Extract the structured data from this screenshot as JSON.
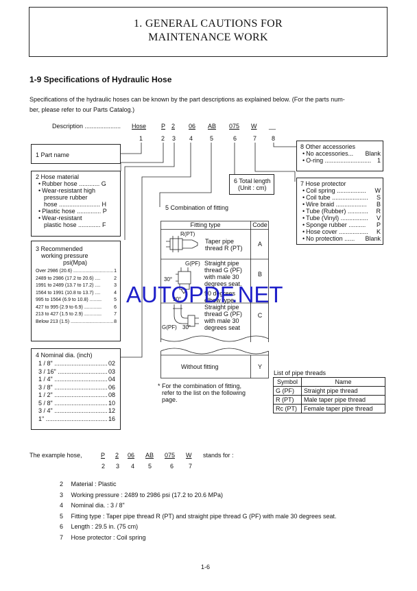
{
  "title": [
    "1. GENERAL CAUTIONS FOR",
    "MAINTENANCE WORK"
  ],
  "section_title": "1-9  Specifications of Hydraulic Hose",
  "intro": [
    "Specifications of the hydraulic hoses can be known by the part descriptions as explained below. (For the parts num-",
    "ber, please refer to our Parts Catalog.)"
  ],
  "description": {
    "label": "Description .....................",
    "codes": [
      "Hose",
      "P",
      "2",
      "06",
      "AB",
      "075",
      "W",
      "__"
    ],
    "numbers": [
      "1",
      "2",
      "3",
      "4",
      "5",
      "6",
      "7",
      "8"
    ]
  },
  "part_name": "1 Part name",
  "hose_material": {
    "title": "2 Hose material",
    "items": [
      {
        "label": "Rubber hose ............",
        "code": "G",
        "lines": []
      },
      {
        "label": "Wear-resistant high",
        "code": "",
        "lines": [
          "pressure rubber",
          "hose ........................ H"
        ]
      },
      {
        "label": "Plastic hose ..............",
        "code": "P",
        "lines": []
      },
      {
        "label": "Wear-resistant",
        "code": "",
        "lines": [
          "plastic hose ............. F"
        ]
      }
    ]
  },
  "working_pressure": {
    "title": [
      "3 Recommended",
      "working pressure",
      "psi(Mpa)"
    ],
    "rows": [
      {
        "range": "Over 2986 (20.6) ....................................",
        "code": "1"
      },
      {
        "range": "2489 to 2986 (17.2 to 20.6) ....",
        "code": "2"
      },
      {
        "range": "1991 to 2489 (13.7 to 17.2) ....",
        "code": "3"
      },
      {
        "range": "1564 to 1991 (10.8 to 13.7) ....",
        "code": "4"
      },
      {
        "range": "995 to 1564 (6.9 to 10.8) .........",
        "code": "5"
      },
      {
        "range": "427 to 995 (2.9 to 6.9) .............",
        "code": "6"
      },
      {
        "range": "213 to 427 (1.5 to 2.9) .............",
        "code": "7"
      },
      {
        "range": "Below 213 (1.5) ..................................",
        "code": "8"
      }
    ]
  },
  "nominal_dia": {
    "title": "4  Nominal dia. (inch)",
    "rows": [
      {
        "size": "1 / 8\" ....................................",
        "code": "02"
      },
      {
        "size": "3 / 16\" ..................................",
        "code": "03"
      },
      {
        "size": "1 / 4\" ....................................",
        "code": "04"
      },
      {
        "size": "3 / 8\" ....................................",
        "code": "06"
      },
      {
        "size": "1 / 2\" ....................................",
        "code": "08"
      },
      {
        "size": "5 / 8\" ....................................",
        "code": "10"
      },
      {
        "size": "3 / 4\" ....................................",
        "code": "12"
      },
      {
        "size": "1\" ...........................................",
        "code": "16"
      }
    ]
  },
  "combination_of_fitting": "5 Combination of fitting",
  "total_length": [
    "6 Total length",
    "(Unit : cm)"
  ],
  "other_accessories": {
    "title": "8 Other accessories",
    "items": [
      {
        "label": "No accessories...",
        "code": "Blank"
      },
      {
        "label": "O-ring ...........................",
        "code": "1"
      }
    ]
  },
  "hose_protector": {
    "title": "7 Hose protector",
    "items": [
      {
        "label": "Coil spring .................",
        "code": "W"
      },
      {
        "label": "Coil tube .....................",
        "code": "S"
      },
      {
        "label": "Wire braid ..................",
        "code": "B"
      },
      {
        "label": "Tube (Rubber) ............",
        "code": "R"
      },
      {
        "label": "Tube (Vinyl) ................",
        "code": "V"
      },
      {
        "label": "Sponge rubber ..........",
        "code": "P"
      },
      {
        "label": "Hose cover .................",
        "code": "K"
      },
      {
        "label": "No protection ......",
        "code": "Blank"
      }
    ]
  },
  "fitting_table": {
    "head_type": "Fitting type",
    "head_code": "Code",
    "rows": [
      {
        "text": "Taper pipe thread R (PT)",
        "code": "A",
        "labels": [
          "R(PT)"
        ]
      },
      {
        "text": "Straight pipe thread G (PF) with male 30 degrees seat.",
        "code": "B",
        "labels": [
          "G(PF)",
          "30°"
        ]
      },
      {
        "text": "90 degrees elbow type. Straight pipe thread G (PF) with male 30 degrees seat",
        "code": "C",
        "labels": [
          "90°",
          "G(PF)",
          "30°"
        ]
      }
    ],
    "without": "Without fitting",
    "without_code": "Y"
  },
  "note": [
    "* For the combination of fitting,",
    "refer to the list on the following",
    "page."
  ],
  "pipe_threads": {
    "caption": "List of pipe threads",
    "headers": [
      "Symbol",
      "Name"
    ],
    "rows": [
      [
        "G (PF)",
        "Straight pipe thread"
      ],
      [
        "R (PT)",
        "Male taper pipe thread"
      ],
      [
        "Rc (PT)",
        "Female taper pipe thread"
      ]
    ]
  },
  "example": {
    "lead": "The example hose,",
    "codes": [
      "P",
      "2",
      "06",
      "AB",
      "075",
      "W"
    ],
    "numbers": [
      "2",
      "3",
      "4",
      "5",
      "6",
      "7"
    ],
    "tail": "stands for :",
    "lines": [
      {
        "n": "2",
        "text": "Material : Plastic"
      },
      {
        "n": "3",
        "text": "Working pressure : 2489 to 2986 psi (17.2 to 20.6 MPa)"
      },
      {
        "n": "4",
        "text": "Nominal dia. : 3 / 8\""
      },
      {
        "n": "5",
        "text": "Fitting type : Taper pipe thread R (PT) and straight pipe thread G (PF) with male 30 degrees seat."
      },
      {
        "n": "6",
        "text": "Length : 29.5 in. (75 cm)"
      },
      {
        "n": "7",
        "text": "Hose protector : Coil spring"
      }
    ]
  },
  "watermark": "AUTOPDF.NET",
  "page_number": "1-6"
}
